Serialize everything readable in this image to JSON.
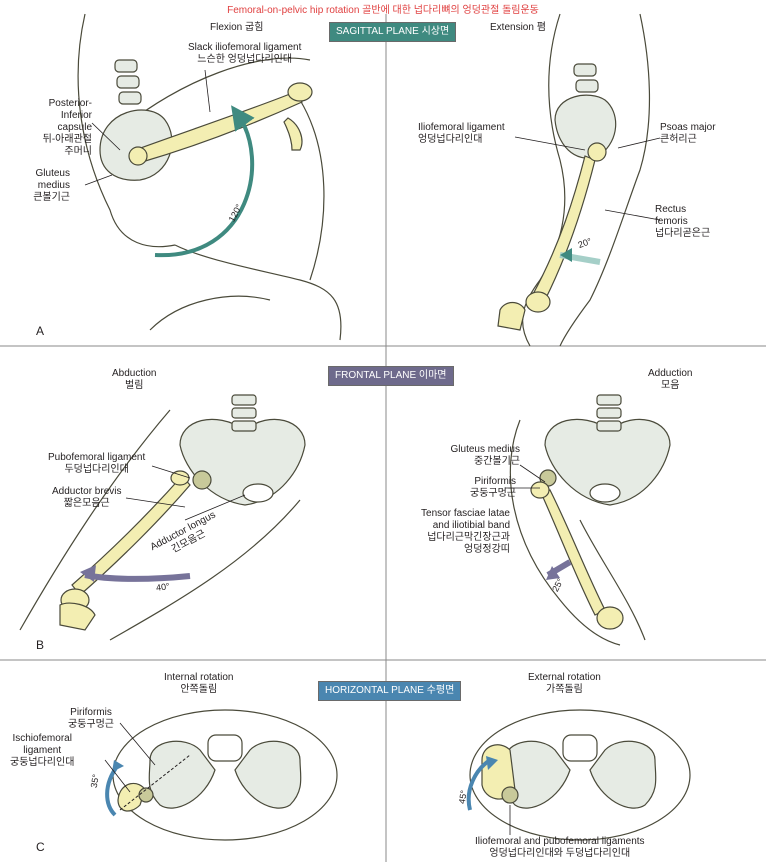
{
  "title": "Femoral-on-pelvic hip rotation 골반에 대한 넙다리뼈의 엉덩관절 돌림운동",
  "colors": {
    "bone": "#f3eeb2",
    "bone_outline": "#4a4a3a",
    "pelvis": "#e6ebe4",
    "sagittal_banner": "#3f8a80",
    "frontal_banner": "#6e6a8c",
    "horizontal_banner": "#4a86b0",
    "arrow_teal": "#3f8a80",
    "arrow_purple": "#77739a",
    "arrow_blue": "#4a86b0",
    "title_red": "#e04040",
    "divider": "#8a8a8a"
  },
  "panels": {
    "A": {
      "letter": "A",
      "banner": "SAGITTAL PLANE 시상면",
      "left": {
        "heading": "Flexion 굽힘",
        "angle": "120°",
        "labels": {
          "slack_ligament": [
            "Slack iliofemoral ligament",
            "느슨한 엉덩넙다리인대"
          ],
          "posterior_capsule": [
            "Posterior-",
            "Inferior",
            "capsule",
            "뒤-아래관절",
            "주머니"
          ],
          "gluteus": [
            "Gluteus",
            "medius",
            "큰볼기근"
          ]
        }
      },
      "right": {
        "heading": "Extension 폄",
        "angle": "20°",
        "labels": {
          "iliofemoral": [
            "Iliofemoral ligament",
            "엉덩넙다리인대"
          ],
          "psoas": [
            "Psoas major",
            "큰허리근"
          ],
          "rectus": [
            "Rectus",
            "femoris",
            "넙다리곧은근"
          ]
        }
      }
    },
    "B": {
      "letter": "B",
      "banner": "FRONTAL PLANE 이마면",
      "left": {
        "heading": [
          "Abduction",
          "벌림"
        ],
        "angle": "40°",
        "labels": {
          "pubofemoral": [
            "Pubofemoral ligament",
            "두덩넙다리인대"
          ],
          "adductor_brevis": [
            "Adductor brevis",
            "짧은모음근"
          ],
          "adductor_longus": [
            "Adductor longus",
            "긴모음근"
          ]
        }
      },
      "right": {
        "heading": [
          "Adduction",
          "모음"
        ],
        "angle": "25°",
        "labels": {
          "gluteus_medius": [
            "Gluteus medius",
            "중간볼기근"
          ],
          "piriformis": [
            "Piriformis",
            "궁둥구멍근"
          ],
          "tensor": [
            "Tensor fasciae latae",
            "and iliotibial band",
            "넙다리근막긴장근과",
            "엉덩정강띠"
          ]
        }
      }
    },
    "C": {
      "letter": "C",
      "banner": "HORIZONTAL PLANE 수평면",
      "left": {
        "heading": [
          "Internal rotation",
          "안쪽돌림"
        ],
        "angle": "35°",
        "labels": {
          "piriformis": [
            "Piriformis",
            "궁둥구멍근"
          ],
          "ischiofemoral": [
            "Ischiofemoral",
            "ligament",
            "궁둥넙다리인대"
          ]
        }
      },
      "right": {
        "heading": [
          "External rotation",
          "가쪽돌림"
        ],
        "angle": "45°",
        "labels": {
          "ligaments": [
            "Iliofemoral and pubofemoral ligaments",
            "엉덩넙다리인대와 두덩넙다리인대"
          ]
        }
      }
    }
  }
}
